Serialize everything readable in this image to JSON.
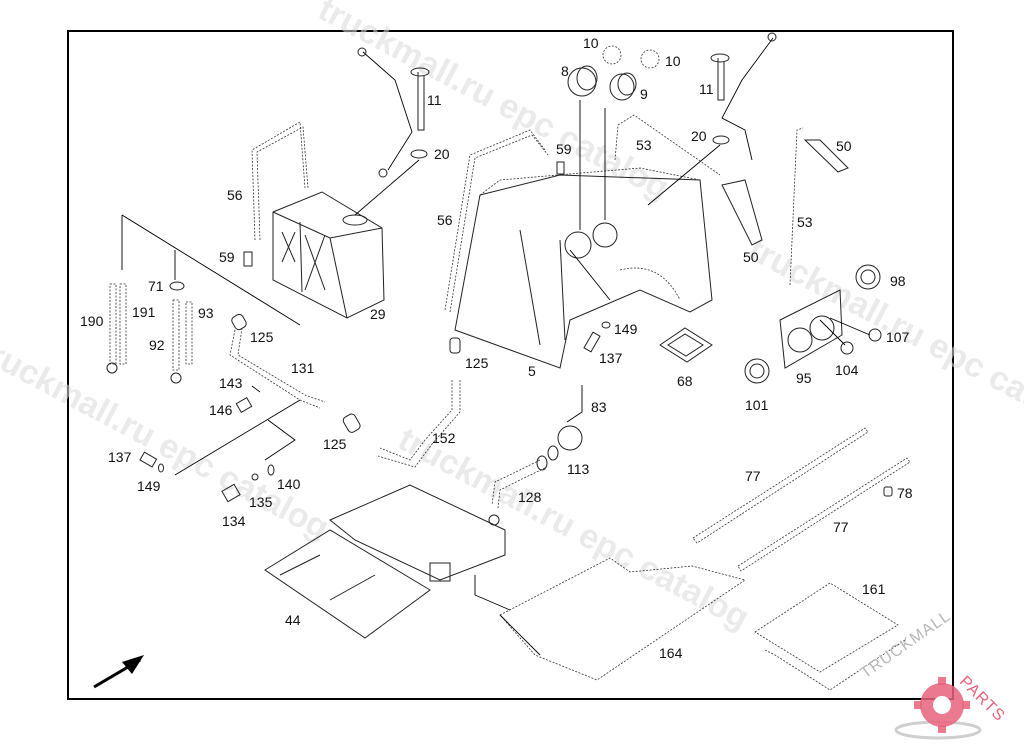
{
  "diagram": {
    "type": "exploded-parts-diagram",
    "subject": "fuel tank assembly",
    "callouts": [
      {
        "id": "c-10a",
        "label": "10"
      },
      {
        "id": "c-10b",
        "label": "10"
      },
      {
        "id": "c-8",
        "label": "8"
      },
      {
        "id": "c-9",
        "label": "9"
      },
      {
        "id": "c-11a",
        "label": "11"
      },
      {
        "id": "c-11b",
        "label": "11"
      },
      {
        "id": "c-20a",
        "label": "20"
      },
      {
        "id": "c-20b",
        "label": "20"
      },
      {
        "id": "c-59a",
        "label": "59"
      },
      {
        "id": "c-59b",
        "label": "59"
      },
      {
        "id": "c-53a",
        "label": "53"
      },
      {
        "id": "c-53b",
        "label": "53"
      },
      {
        "id": "c-50a",
        "label": "50"
      },
      {
        "id": "c-50b",
        "label": "50"
      },
      {
        "id": "c-56a",
        "label": "56"
      },
      {
        "id": "c-56b",
        "label": "56"
      },
      {
        "id": "c-29",
        "label": "29"
      },
      {
        "id": "c-71",
        "label": "71"
      },
      {
        "id": "c-190",
        "label": "190"
      },
      {
        "id": "c-191",
        "label": "191"
      },
      {
        "id": "c-93",
        "label": "93"
      },
      {
        "id": "c-92",
        "label": "92"
      },
      {
        "id": "c-125a",
        "label": "125"
      },
      {
        "id": "c-125b",
        "label": "125"
      },
      {
        "id": "c-125c",
        "label": "125"
      },
      {
        "id": "c-131",
        "label": "131"
      },
      {
        "id": "c-143",
        "label": "143"
      },
      {
        "id": "c-146",
        "label": "146"
      },
      {
        "id": "c-137a",
        "label": "137"
      },
      {
        "id": "c-137b",
        "label": "137"
      },
      {
        "id": "c-149a",
        "label": "149"
      },
      {
        "id": "c-149b",
        "label": "149"
      },
      {
        "id": "c-140",
        "label": "140"
      },
      {
        "id": "c-135",
        "label": "135"
      },
      {
        "id": "c-134",
        "label": "134"
      },
      {
        "id": "c-152",
        "label": "152"
      },
      {
        "id": "c-5",
        "label": "5"
      },
      {
        "id": "c-68",
        "label": "68"
      },
      {
        "id": "c-98",
        "label": "98"
      },
      {
        "id": "c-107",
        "label": "107"
      },
      {
        "id": "c-104",
        "label": "104"
      },
      {
        "id": "c-95",
        "label": "95"
      },
      {
        "id": "c-101",
        "label": "101"
      },
      {
        "id": "c-83",
        "label": "83"
      },
      {
        "id": "c-113",
        "label": "113"
      },
      {
        "id": "c-128",
        "label": "128"
      },
      {
        "id": "c-77a",
        "label": "77"
      },
      {
        "id": "c-77b",
        "label": "77"
      },
      {
        "id": "c-78",
        "label": "78"
      },
      {
        "id": "c-44",
        "label": "44"
      },
      {
        "id": "c-161",
        "label": "161"
      },
      {
        "id": "c-164",
        "label": "164"
      }
    ]
  },
  "watermarks": [
    "truckmall.ru epc catalog",
    "truckmall.ru epc catalog",
    "truckmall.ru epc catalog",
    "truckmall.ru epc catalog"
  ],
  "logo": {
    "text": "TRUCKMALLPARTS",
    "text_left": "TRUCKMALL",
    "text_right": "PARTS",
    "accent_color": "#e8627c",
    "text_color": "#b8b8b8"
  },
  "direction_arrow": "front-direction-arrow"
}
